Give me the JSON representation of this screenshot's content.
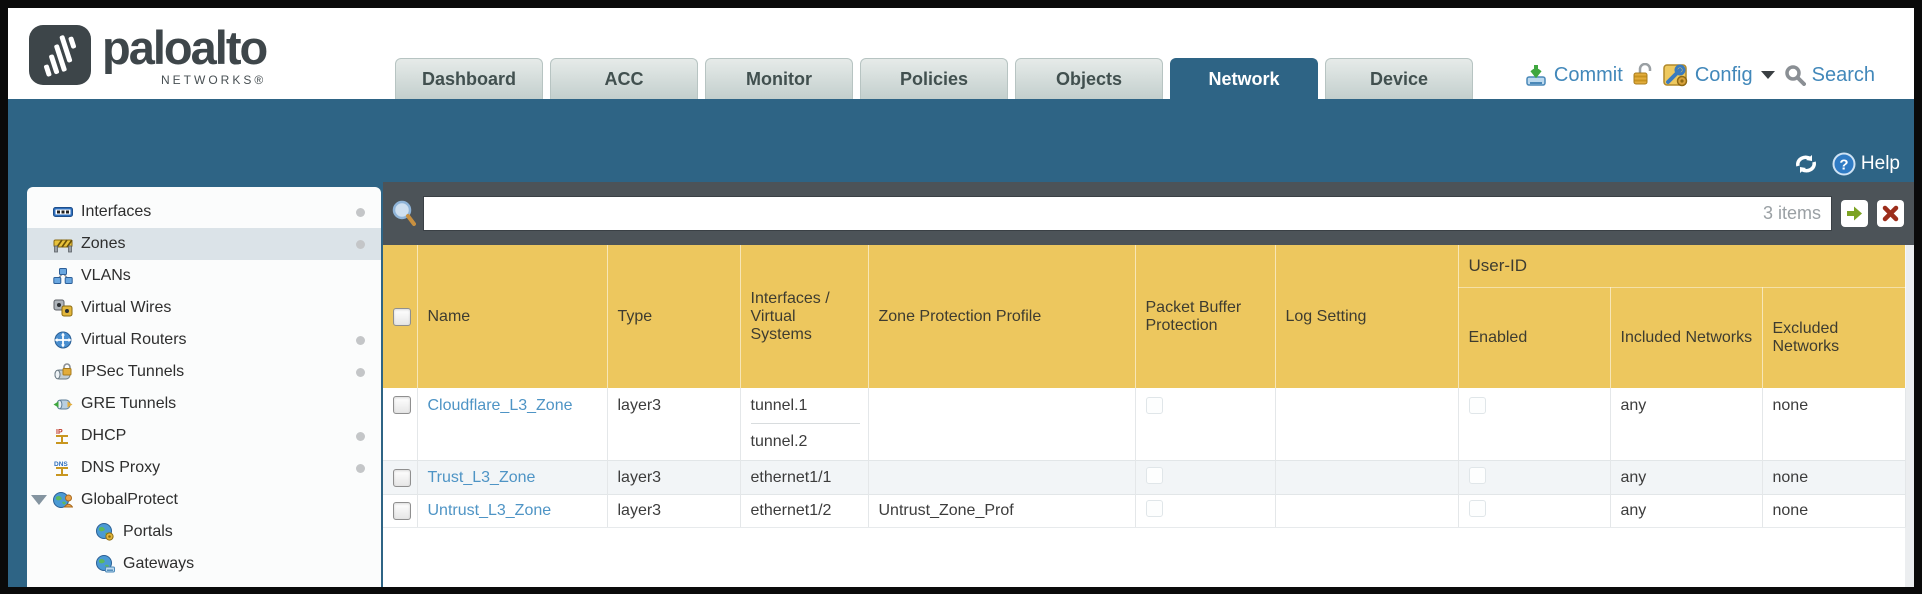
{
  "brand": {
    "name": "paloalto",
    "sub": "NETWORKS®"
  },
  "nav": {
    "tabs": [
      "Dashboard",
      "ACC",
      "Monitor",
      "Policies",
      "Objects",
      "Network",
      "Device"
    ],
    "active_tab": "Network"
  },
  "actions": {
    "commit": "Commit",
    "config": "Config",
    "search": "Search"
  },
  "band": {
    "help": "Help"
  },
  "filterbar": {
    "value": "",
    "count": "3 items"
  },
  "sidebar": {
    "items": [
      {
        "label": "Interfaces",
        "icon": "interfaces-icon",
        "dot": true,
        "selected": false
      },
      {
        "label": "Zones",
        "icon": "zones-icon",
        "dot": true,
        "selected": true
      },
      {
        "label": "VLANs",
        "icon": "vlans-icon",
        "dot": false,
        "selected": false
      },
      {
        "label": "Virtual Wires",
        "icon": "virtual-wires-icon",
        "dot": false,
        "selected": false
      },
      {
        "label": "Virtual Routers",
        "icon": "virtual-routers-icon",
        "dot": true,
        "selected": false
      },
      {
        "label": "IPSec Tunnels",
        "icon": "ipsec-tunnels-icon",
        "dot": true,
        "selected": false
      },
      {
        "label": "GRE Tunnels",
        "icon": "gre-tunnels-icon",
        "dot": false,
        "selected": false
      },
      {
        "label": "DHCP",
        "icon": "dhcp-icon",
        "dot": true,
        "selected": false
      },
      {
        "label": "DNS Proxy",
        "icon": "dns-proxy-icon",
        "dot": true,
        "selected": false
      },
      {
        "label": "GlobalProtect",
        "icon": "globalprotect-icon",
        "dot": false,
        "selected": false,
        "expanded": true
      },
      {
        "label": "Portals",
        "icon": "portals-icon",
        "dot": false,
        "selected": false,
        "sub": true
      },
      {
        "label": "Gateways",
        "icon": "gateways-icon",
        "dot": false,
        "selected": false,
        "sub": true
      }
    ]
  },
  "table": {
    "group_header": "User-ID",
    "columns": [
      "Name",
      "Type",
      "Interfaces / Virtual Systems",
      "Zone Protection Profile",
      "Packet Buffer Protection",
      "Log Setting",
      "Enabled",
      "Included Networks",
      "Excluded Networks"
    ],
    "rows": [
      {
        "name": "Cloudflare_L3_Zone",
        "type": "layer3",
        "interfaces": [
          "tunnel.1",
          "tunnel.2"
        ],
        "zone_protection_profile": "",
        "packet_buffer_protection": false,
        "log_setting": "",
        "user_id_enabled": false,
        "included_networks": "any",
        "excluded_networks": "none"
      },
      {
        "name": "Trust_L3_Zone",
        "type": "layer3",
        "interfaces": [
          "ethernet1/1"
        ],
        "zone_protection_profile": "",
        "packet_buffer_protection": false,
        "log_setting": "",
        "user_id_enabled": false,
        "included_networks": "any",
        "excluded_networks": "none"
      },
      {
        "name": "Untrust_L3_Zone",
        "type": "layer3",
        "interfaces": [
          "ethernet1/2"
        ],
        "zone_protection_profile": "Untrust_Zone_Prof",
        "packet_buffer_protection": false,
        "log_setting": "",
        "user_id_enabled": false,
        "included_networks": "any",
        "excluded_networks": "none"
      }
    ]
  },
  "colors": {
    "teal": "#2e6485",
    "header_gold": "#edc75e",
    "group_gold": "#d5a53c",
    "link_blue": "#4e94c5",
    "filter_bar": "#4c5358",
    "tab_inactive": "#c3cfcd"
  }
}
